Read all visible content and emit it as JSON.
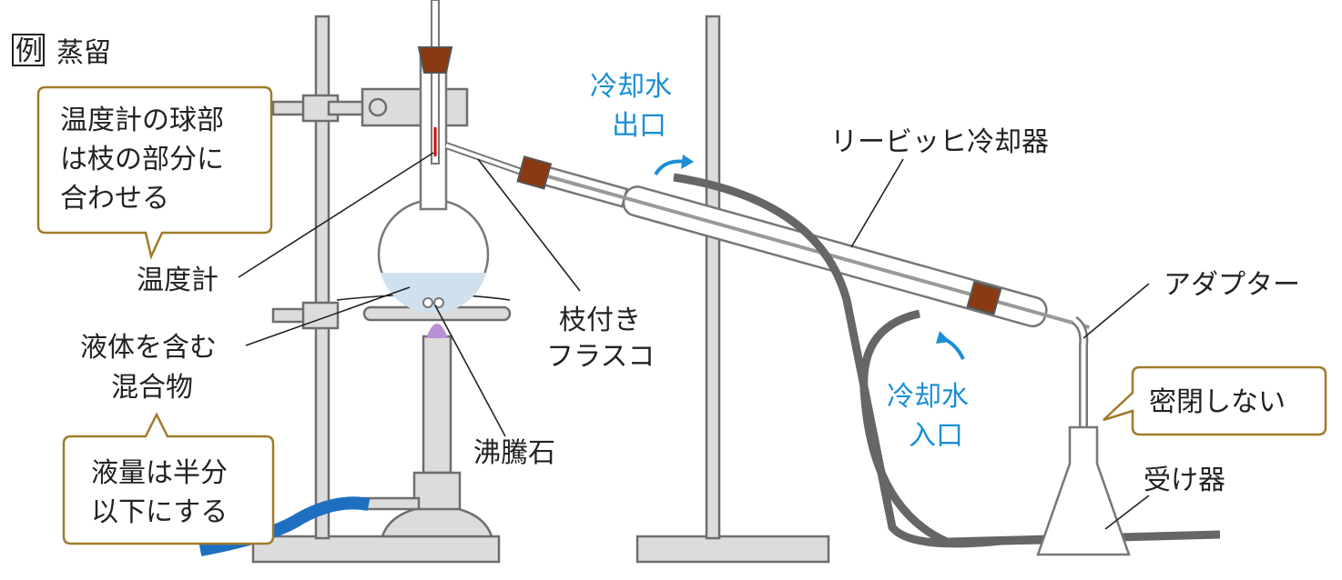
{
  "title": {
    "badge": "例",
    "text": "蒸留"
  },
  "labels": {
    "thermometer_note": [
      "温度計の球部",
      "は枝の部分に",
      "合わせる"
    ],
    "thermometer": "温度計",
    "liquid_mixture": [
      "液体を含む",
      "混合物"
    ],
    "liquid_amount_note": [
      "液量は半分",
      "以下にする"
    ],
    "boiling_chips": "沸騰石",
    "side_arm_flask": [
      "枝付き",
      "フラスコ"
    ],
    "cooling_water_out": [
      "冷却水",
      "出口"
    ],
    "liebig_condenser": "リービッヒ冷却器",
    "cooling_water_in": [
      "冷却水",
      "入口"
    ],
    "adapter": "アダプター",
    "not_sealed_note": "密閉しない",
    "receiver": "受け器"
  },
  "colors": {
    "accent_blue": "#1a8fd6",
    "callout_border": "#a07a2a",
    "cork": "#8a3a12",
    "hose": "#666666",
    "gas_hose": "#1f6fc0"
  }
}
